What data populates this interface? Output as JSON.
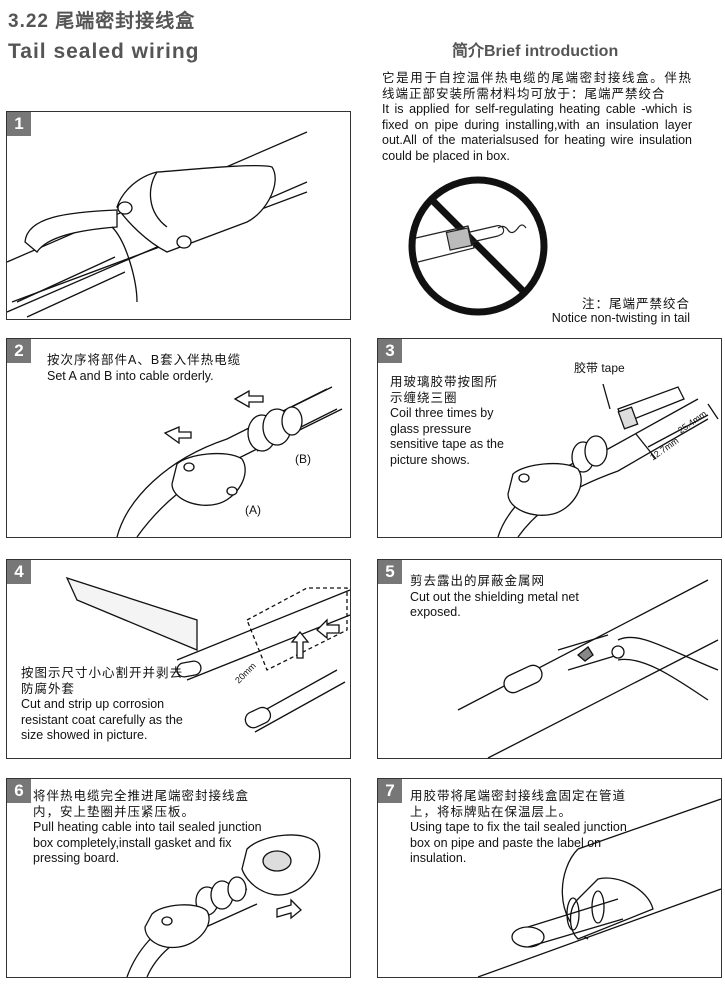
{
  "header": {
    "title_cn": "3.22 尾端密封接线盒",
    "title_en": "Tail sealed wiring"
  },
  "intro": {
    "heading": "简介Brief introduction",
    "text_cn": "它是用于自控温伴热电缆的尾端密封接线盒。伴热线端正部安装所需材料均可放于：尾端严禁绞合",
    "text_en": "It is applied for self-regulating heating cable -which is fixed on pipe during installing,with an insulation layer out.All of the materialsused for heating wire insulation could be placed in box.",
    "notice_cn": "注：尾端严禁绞合",
    "notice_en": "Notice non-twisting in tail",
    "no_twist_icon": "prohibition-icon"
  },
  "steps": [
    {
      "num": "1",
      "text_cn": "",
      "text_en": ""
    },
    {
      "num": "2",
      "text_cn": "按次序将部件A、B套入伴热电缆",
      "text_en": "Set A and B into cable orderly.",
      "label_a": "(A)",
      "label_b": "(B)"
    },
    {
      "num": "3",
      "text_cn": "用玻璃胶带按图所示缠绕三圈",
      "text_en": "Coil three times by glass pressure sensitive tape as the picture shows.",
      "tape_label": "胶带 tape",
      "dim1": "12.7mm",
      "dim2": "25.4mm"
    },
    {
      "num": "4",
      "text_cn": "按图示尺寸小心割开并剥去防腐外套",
      "text_en": "Cut and strip up corrosion resistant coat carefully as the size showed in picture.",
      "dim": "20mm"
    },
    {
      "num": "5",
      "text_cn": "剪去露出的屏蔽金属网",
      "text_en": "Cut out the shielding metal net exposed."
    },
    {
      "num": "6",
      "text_cn": "将伴热电缆完全推进尾端密封接线盒内，安上垫圈并压紧压板。",
      "text_en": "Pull heating cable into tail sealed junction box completely,install gasket and fix pressing board."
    },
    {
      "num": "7",
      "text_cn": "用胶带将尾端密封接线盒固定在管道上，将标牌贴在保温层上。",
      "text_en": "Using tape to fix the tail sealed junction box on pipe and paste  the label on insulation."
    }
  ]
}
